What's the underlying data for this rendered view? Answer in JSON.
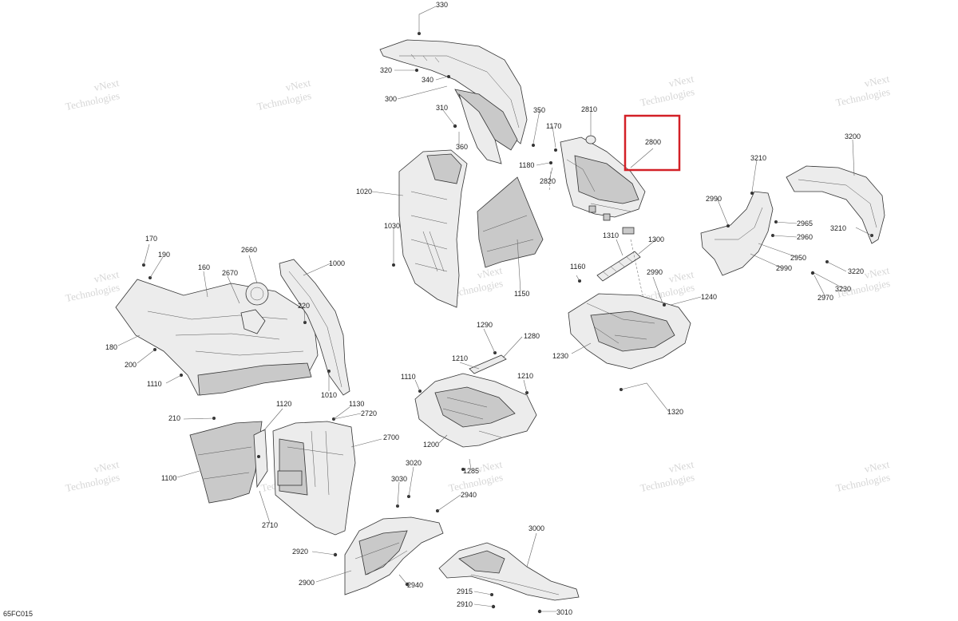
{
  "figure": {
    "reference": "65FC015",
    "watermark": [
      "vNext",
      "Technologies"
    ],
    "highlight_color": "#d32027"
  },
  "callouts": [
    {
      "id": "c330",
      "label": "330"
    },
    {
      "id": "c320",
      "label": "320"
    },
    {
      "id": "c340",
      "label": "340"
    },
    {
      "id": "c300",
      "label": "300"
    },
    {
      "id": "c310",
      "label": "310"
    },
    {
      "id": "c360",
      "label": "360"
    },
    {
      "id": "c350",
      "label": "350"
    },
    {
      "id": "c1170",
      "label": "1170"
    },
    {
      "id": "c2810",
      "label": "2810"
    },
    {
      "id": "c2800",
      "label": "2800"
    },
    {
      "id": "c1180",
      "label": "1180"
    },
    {
      "id": "c2820",
      "label": "2820"
    },
    {
      "id": "c1020",
      "label": "1020"
    },
    {
      "id": "c1030",
      "label": "1030"
    },
    {
      "id": "c1150",
      "label": "1150"
    },
    {
      "id": "c3200",
      "label": "3200"
    },
    {
      "id": "c3210a",
      "label": "3210"
    },
    {
      "id": "c2990a",
      "label": "2990"
    },
    {
      "id": "c2965",
      "label": "2965"
    },
    {
      "id": "c2960",
      "label": "2960"
    },
    {
      "id": "c3210b",
      "label": "3210"
    },
    {
      "id": "c2950",
      "label": "2950"
    },
    {
      "id": "c2990b",
      "label": "2990"
    },
    {
      "id": "c3220",
      "label": "3220"
    },
    {
      "id": "c3230",
      "label": "3230"
    },
    {
      "id": "c2970",
      "label": "2970"
    },
    {
      "id": "c1310",
      "label": "1310"
    },
    {
      "id": "c1300",
      "label": "1300"
    },
    {
      "id": "c1160",
      "label": "1160"
    },
    {
      "id": "c2990c",
      "label": "2990"
    },
    {
      "id": "c1240",
      "label": "1240"
    },
    {
      "id": "c1230",
      "label": "1230"
    },
    {
      "id": "c1320",
      "label": "1320"
    },
    {
      "id": "c170",
      "label": "170"
    },
    {
      "id": "c190",
      "label": "190"
    },
    {
      "id": "c2660",
      "label": "2660"
    },
    {
      "id": "c1000",
      "label": "1000"
    },
    {
      "id": "c160",
      "label": "160"
    },
    {
      "id": "c2670",
      "label": "2670"
    },
    {
      "id": "c220",
      "label": "220"
    },
    {
      "id": "c180",
      "label": "180"
    },
    {
      "id": "c200",
      "label": "200"
    },
    {
      "id": "c1110a",
      "label": "1110"
    },
    {
      "id": "c1010",
      "label": "1010"
    },
    {
      "id": "c1290",
      "label": "1290"
    },
    {
      "id": "c1280",
      "label": "1280"
    },
    {
      "id": "c1210a",
      "label": "1210"
    },
    {
      "id": "c1110b",
      "label": "1110"
    },
    {
      "id": "c1210b",
      "label": "1210"
    },
    {
      "id": "c1200",
      "label": "1200"
    },
    {
      "id": "c1285",
      "label": "1285"
    },
    {
      "id": "c210",
      "label": "210"
    },
    {
      "id": "c1120",
      "label": "1120"
    },
    {
      "id": "c1130",
      "label": "1130"
    },
    {
      "id": "c2720",
      "label": "2720"
    },
    {
      "id": "c2700",
      "label": "2700"
    },
    {
      "id": "c1100",
      "label": "1100"
    },
    {
      "id": "c2710",
      "label": "2710"
    },
    {
      "id": "c3020",
      "label": "3020"
    },
    {
      "id": "c3030",
      "label": "3030"
    },
    {
      "id": "c2940a",
      "label": "2940"
    },
    {
      "id": "c3000",
      "label": "3000"
    },
    {
      "id": "c2920",
      "label": "2920"
    },
    {
      "id": "c2900",
      "label": "2900"
    },
    {
      "id": "c2940b",
      "label": "2940"
    },
    {
      "id": "c2915",
      "label": "2915"
    },
    {
      "id": "c2910",
      "label": "2910"
    },
    {
      "id": "c3010",
      "label": "3010"
    }
  ]
}
